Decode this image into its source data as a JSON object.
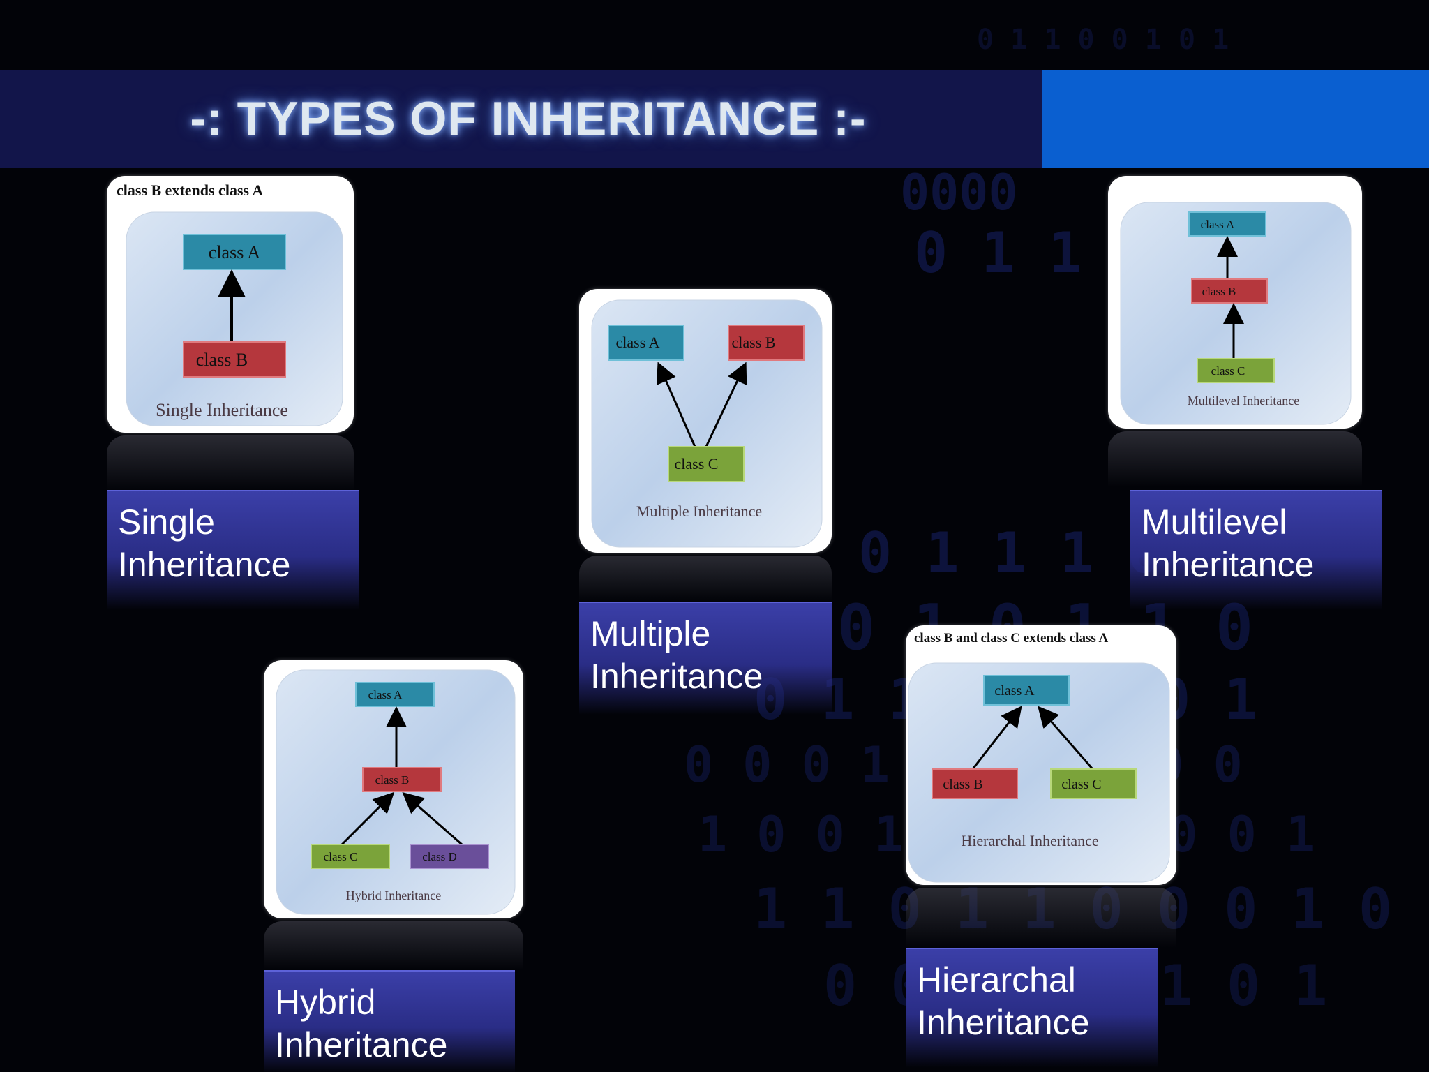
{
  "slide": {
    "title": "-: TYPES OF INHERITANCE :-",
    "colors": {
      "title_bar": "#12154a",
      "title_accent": "#0a5fd0",
      "label_box": "#3b3fa8",
      "node_blue": "#2b8aa6",
      "node_red": "#b5373d",
      "node_green": "#7ba33a",
      "node_purple": "#6a4f9a"
    }
  },
  "diagrams": {
    "single": {
      "caption": "class  B extends class A",
      "nodes": [
        "class A",
        "class B"
      ],
      "footer": "Single Inheritance",
      "label": "Single\nInheritance"
    },
    "multiple": {
      "nodes": [
        "class A",
        "class B",
        "class C"
      ],
      "footer": "Multiple  Inheritance",
      "label": "Multiple\nInheritance"
    },
    "multilevel": {
      "nodes": [
        "class A",
        "class B",
        "class C"
      ],
      "footer": "Multilevel  Inheritance",
      "label": "Multilevel\nInheritance"
    },
    "hybrid": {
      "nodes": [
        "class A",
        "class B",
        "class C",
        "class D"
      ],
      "footer": "Hybrid  Inheritance",
      "label": "Hybrid\nInheritance"
    },
    "hierarchal": {
      "caption": "class B and  class C extends class A",
      "nodes": [
        "class A",
        "class B",
        "class C"
      ],
      "footer": "Hierarchal  Inheritance",
      "label": "Hierarchal\nInheritance"
    }
  }
}
